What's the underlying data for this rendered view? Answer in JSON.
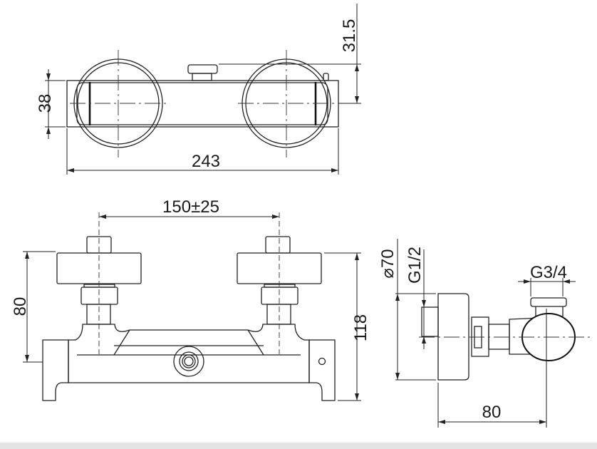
{
  "top_view": {
    "width_label": "243",
    "height_label": "38",
    "knob_offset_label": "31.5"
  },
  "front_view": {
    "inlet_spacing_label": "150±25",
    "inlet_height_label": "80",
    "total_height_label": "118"
  },
  "side_view": {
    "diameter_label": "⌀70",
    "inlet_thread_label": "G1/2",
    "outlet_thread_label": "G3/4",
    "depth_label": "80"
  }
}
